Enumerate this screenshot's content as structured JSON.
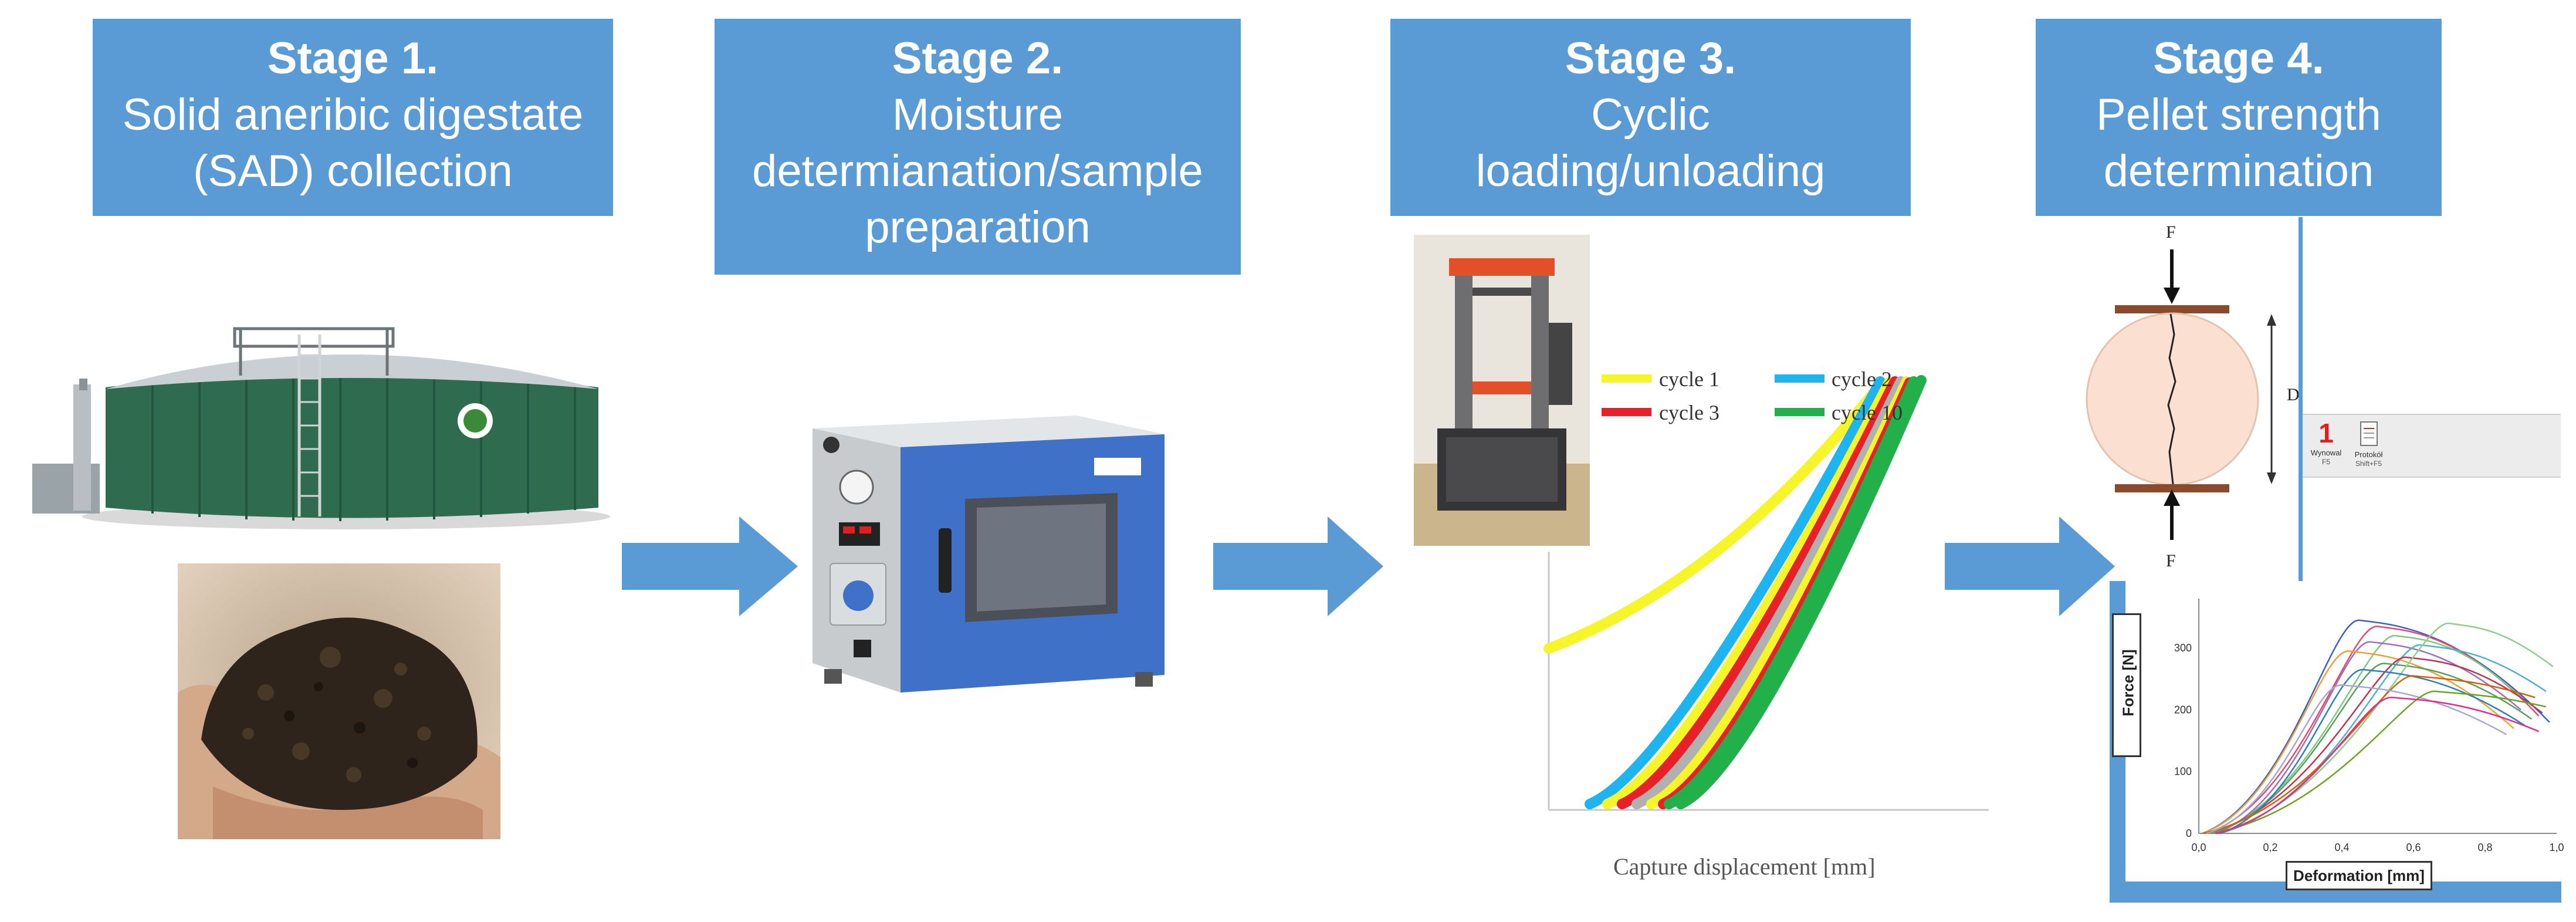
{
  "stages": [
    {
      "title": "Stage 1.",
      "lines": [
        "Solid aneribic digestate",
        "(SAD) collection"
      ]
    },
    {
      "title": "Stage 2.",
      "lines": [
        "Moisture",
        "determianation/sample",
        "preparation"
      ]
    },
    {
      "title": "Stage 3.",
      "lines": [
        "Cyclic",
        "loading/unloading"
      ]
    },
    {
      "title": "Stage 4.",
      "lines": [
        "Pellet strength",
        "determination"
      ]
    }
  ],
  "cyclic_chart": {
    "legend": [
      "cycle 1",
      "cycle 2",
      "cycle 3",
      "cycle 10"
    ],
    "xlabel": "Capture displacement  [mm]"
  },
  "pellet_diagram": {
    "force_top": "F",
    "force_bottom": "F",
    "diameter": "D"
  },
  "software_toolbar": {
    "button1_number": "1",
    "button1_label": "Wynowal",
    "button1_key": "F5",
    "button2_label": "Protokół",
    "button2_key": "Shift+F5"
  },
  "colors": {
    "stage_box": "#5b9bd5",
    "arrow": "#5b9bd5",
    "cycle1": "#f5f52a",
    "cycle2": "#1eb4f0",
    "cycle3": "#e8202a",
    "cycle10": "#22b04a",
    "pellet": "#fbe0d2",
    "plates": "#8b4a2b"
  },
  "chart_data": {
    "type": "line",
    "title": "",
    "xlabel": "Deformation [mm]",
    "ylabel": "Force [N]",
    "xticks": [
      "0,0",
      "0,2",
      "0,4",
      "0,6",
      "0,8",
      "1,0"
    ],
    "yticks": [
      "0",
      "100",
      "200",
      "300"
    ],
    "xlim": [
      0,
      1.0
    ],
    "ylim": [
      0,
      380
    ],
    "series": [
      {
        "peak_x": 0.45,
        "peak_y": 345,
        "end_x": 0.98,
        "end_y": 180,
        "color": "#3a5fcd"
      },
      {
        "peak_x": 0.5,
        "peak_y": 335,
        "end_x": 0.95,
        "end_y": 190,
        "color": "#e34a6f"
      },
      {
        "peak_x": 0.55,
        "peak_y": 320,
        "end_x": 0.92,
        "end_y": 210,
        "color": "#7fc97f"
      },
      {
        "peak_x": 0.48,
        "peak_y": 310,
        "end_x": 0.9,
        "end_y": 200,
        "color": "#9e6ebd"
      },
      {
        "peak_x": 0.62,
        "peak_y": 305,
        "end_x": 0.97,
        "end_y": 230,
        "color": "#4fb0c6"
      },
      {
        "peak_x": 0.42,
        "peak_y": 295,
        "end_x": 0.88,
        "end_y": 170,
        "color": "#f0a030"
      },
      {
        "peak_x": 0.58,
        "peak_y": 285,
        "end_x": 0.96,
        "end_y": 195,
        "color": "#c03050"
      },
      {
        "peak_x": 0.52,
        "peak_y": 275,
        "end_x": 0.93,
        "end_y": 185,
        "color": "#5a9e5a"
      },
      {
        "peak_x": 0.7,
        "peak_y": 340,
        "end_x": 0.99,
        "end_y": 270,
        "color": "#8ccf8c"
      },
      {
        "peak_x": 0.46,
        "peak_y": 265,
        "end_x": 0.91,
        "end_y": 175,
        "color": "#2c7fb8"
      },
      {
        "peak_x": 0.6,
        "peak_y": 255,
        "end_x": 0.94,
        "end_y": 220,
        "color": "#d95f02"
      },
      {
        "peak_x": 0.4,
        "peak_y": 240,
        "end_x": 0.86,
        "end_y": 160,
        "color": "#a6a6d6"
      },
      {
        "peak_x": 0.66,
        "peak_y": 230,
        "end_x": 0.97,
        "end_y": 205,
        "color": "#66a61e"
      },
      {
        "peak_x": 0.54,
        "peak_y": 220,
        "end_x": 0.95,
        "end_y": 165,
        "color": "#e7298a"
      }
    ]
  }
}
